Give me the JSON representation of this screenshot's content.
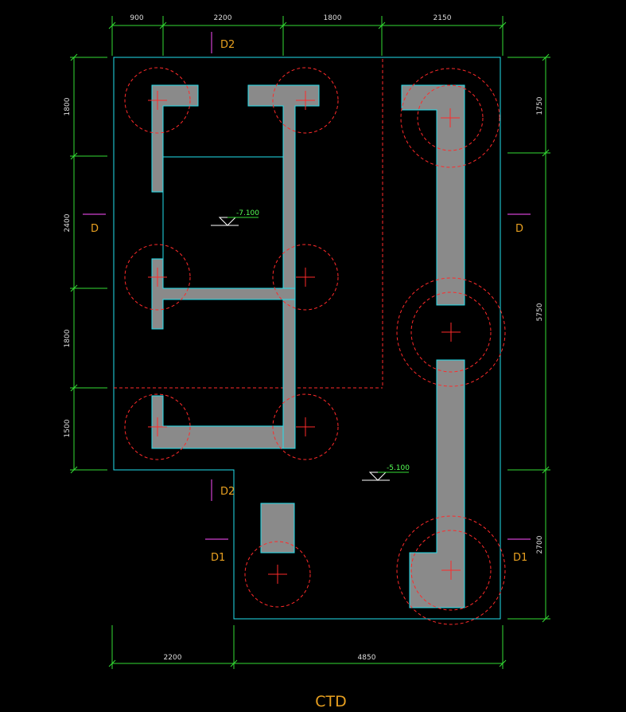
{
  "drawing": {
    "title": "CTD",
    "dims_top": [
      "900",
      "2200",
      "1800",
      "2150"
    ],
    "dims_bottom": [
      "2200",
      "4850"
    ],
    "dims_left": [
      "1800",
      "2400",
      "1800",
      "1500"
    ],
    "dims_right": [
      "1750",
      "5750",
      "2700"
    ],
    "level_upper": "-7.100",
    "level_lower": "-5.100",
    "section_d2_top": "D2",
    "section_d_left": "D",
    "section_d_right": "D",
    "section_d2_mid": "D2",
    "section_d1_left": "D1",
    "section_d1_right": "D1"
  },
  "colors": {
    "dimension": "#33dd33",
    "outline": "#22e0ee",
    "wall_fill": "#8a8a8a",
    "pile": "#ff2a2a",
    "section_mark": "#d040d0",
    "label": "#e8a020",
    "background": "#000000"
  }
}
